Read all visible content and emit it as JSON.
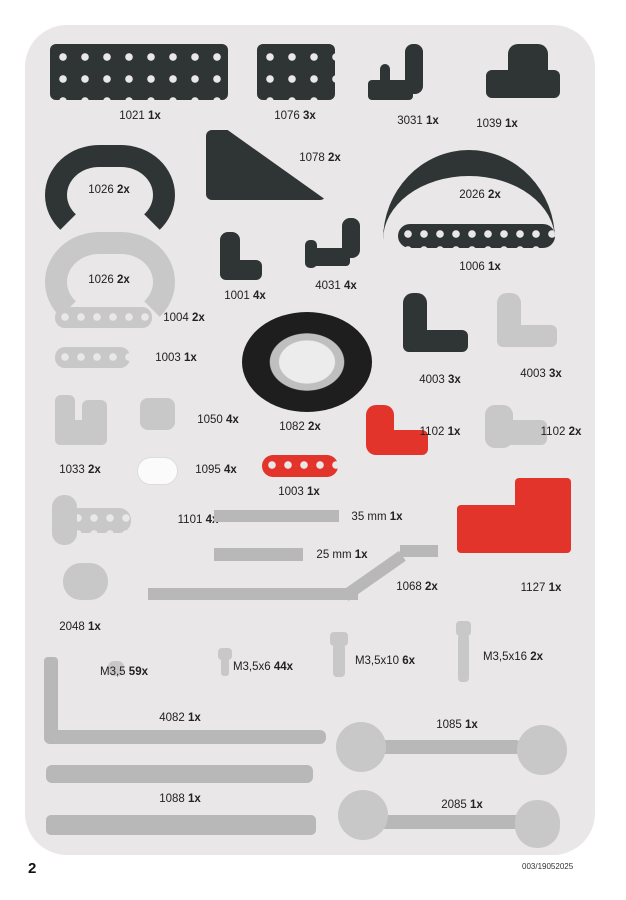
{
  "page_number": "2",
  "document_code": "003/19052025",
  "colors": {
    "dark": "#2f3435",
    "light": "#c8c8c8",
    "red": "#e2342a",
    "panel": "#e9e7e8"
  },
  "parts": [
    {
      "id": "1021",
      "qty": "1x"
    },
    {
      "id": "1076",
      "qty": "3x"
    },
    {
      "id": "3031",
      "qty": "1x"
    },
    {
      "id": "1039",
      "qty": "1x"
    },
    {
      "id": "1026",
      "qty": "2x"
    },
    {
      "id": "1078",
      "qty": "2x"
    },
    {
      "id": "2026",
      "qty": "2x"
    },
    {
      "id": "1026",
      "qty": "2x"
    },
    {
      "id": "1001",
      "qty": "4x"
    },
    {
      "id": "4031",
      "qty": "4x"
    },
    {
      "id": "1006",
      "qty": "1x"
    },
    {
      "id": "1004",
      "qty": "2x"
    },
    {
      "id": "4003",
      "qty": "3x"
    },
    {
      "id": "4003",
      "qty": "3x"
    },
    {
      "id": "1003",
      "qty": "1x"
    },
    {
      "id": "1082",
      "qty": "2x"
    },
    {
      "id": "1033",
      "qty": "2x"
    },
    {
      "id": "1050",
      "qty": "4x"
    },
    {
      "id": "1102",
      "qty": "1x"
    },
    {
      "id": "1102",
      "qty": "2x"
    },
    {
      "id": "1095",
      "qty": "4x"
    },
    {
      "id": "1003",
      "qty": "1x"
    },
    {
      "id": "1101",
      "qty": "4x"
    },
    {
      "id": "35 mm",
      "qty": "1x"
    },
    {
      "id": "25 mm",
      "qty": "1x"
    },
    {
      "id": "1127",
      "qty": "1x"
    },
    {
      "id": "1068",
      "qty": "2x"
    },
    {
      "id": "2048",
      "qty": "1x"
    },
    {
      "id": "M3,5",
      "qty": "59x"
    },
    {
      "id": "M3,5x6",
      "qty": "44x"
    },
    {
      "id": "M3,5x10",
      "qty": "6x"
    },
    {
      "id": "M3,5x16",
      "qty": "2x"
    },
    {
      "id": "4082",
      "qty": "1x"
    },
    {
      "id": "1085",
      "qty": "1x"
    },
    {
      "id": "1088",
      "qty": "1x"
    },
    {
      "id": "2085",
      "qty": "1x"
    }
  ]
}
